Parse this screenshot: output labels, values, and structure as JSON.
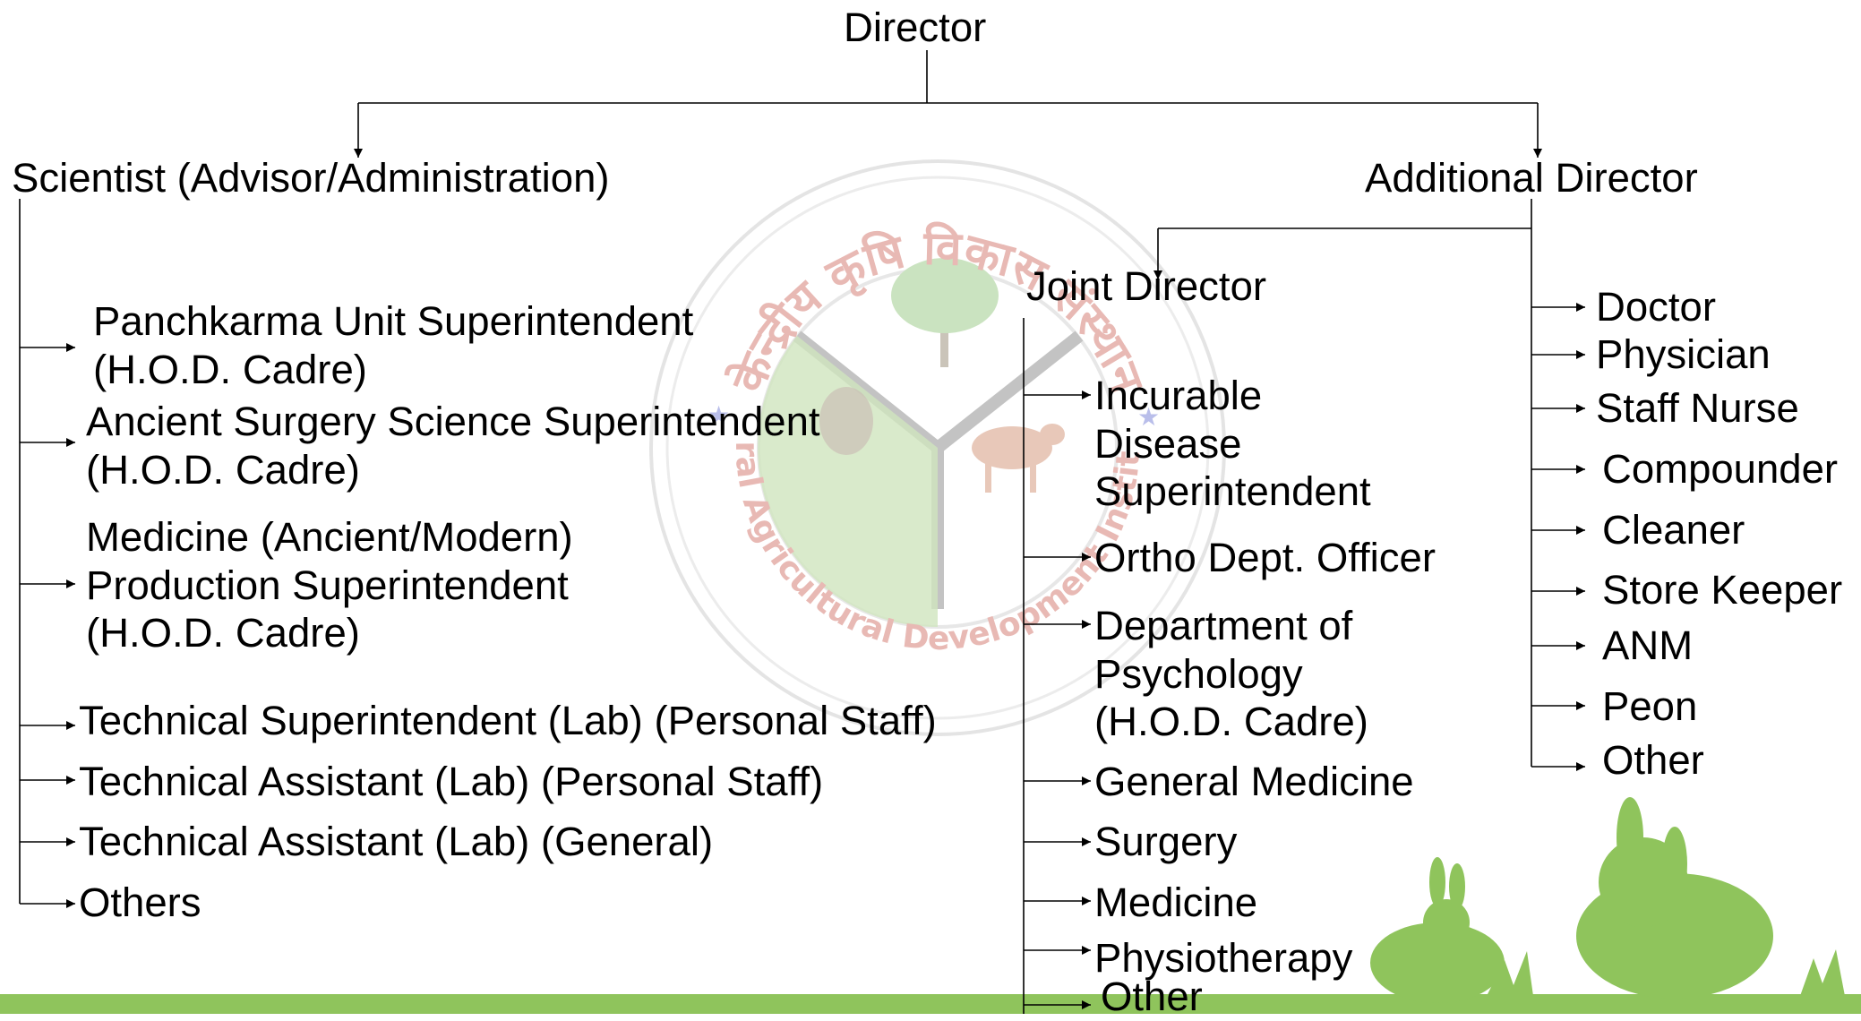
{
  "chart": {
    "root": "Director",
    "left_branch": {
      "title": "Scientist (Advisor/Administration)",
      "items": [
        "Panchkarma Unit Superintendent\n(H.O.D. Cadre)",
        "Ancient Surgery Science Superintendent\n(H.O.D. Cadre)",
        "Medicine (Ancient/Modern)\nProduction Superintendent\n(H.O.D. Cadre)",
        "Technical Superintendent (Lab) (Personal Staff)",
        "Technical Assistant (Lab) (Personal Staff)",
        "Technical Assistant (Lab) (General)",
        "Others"
      ]
    },
    "right_branch": {
      "title": "Additional Director",
      "items": [
        "Doctor",
        "Physician",
        "Staff Nurse",
        "Compounder",
        "Cleaner",
        "Store Keeper",
        "ANM",
        "Peon",
        "Other"
      ]
    },
    "middle_branch": {
      "title": "Joint Director",
      "items": [
        "Incurable\nDisease\nSuperintendent",
        "Ortho Dept. Officer",
        "Department of\nPsychology\n(H.O.D. Cadre)",
        "General Medicine",
        "Surgery",
        "Medicine",
        "Physiotherapy",
        "Other"
      ]
    }
  },
  "watermark": {
    "top_text": "केन्द्रीय कृषि विकास संस्थान",
    "bottom_text": "Central Agricultural Development Institution"
  },
  "colors": {
    "line": "#000000",
    "footer_green": "#8fc45c",
    "watermark_red": "#c0392b",
    "tree_green": "#6ab04c",
    "cow_brown": "#c0643a"
  }
}
